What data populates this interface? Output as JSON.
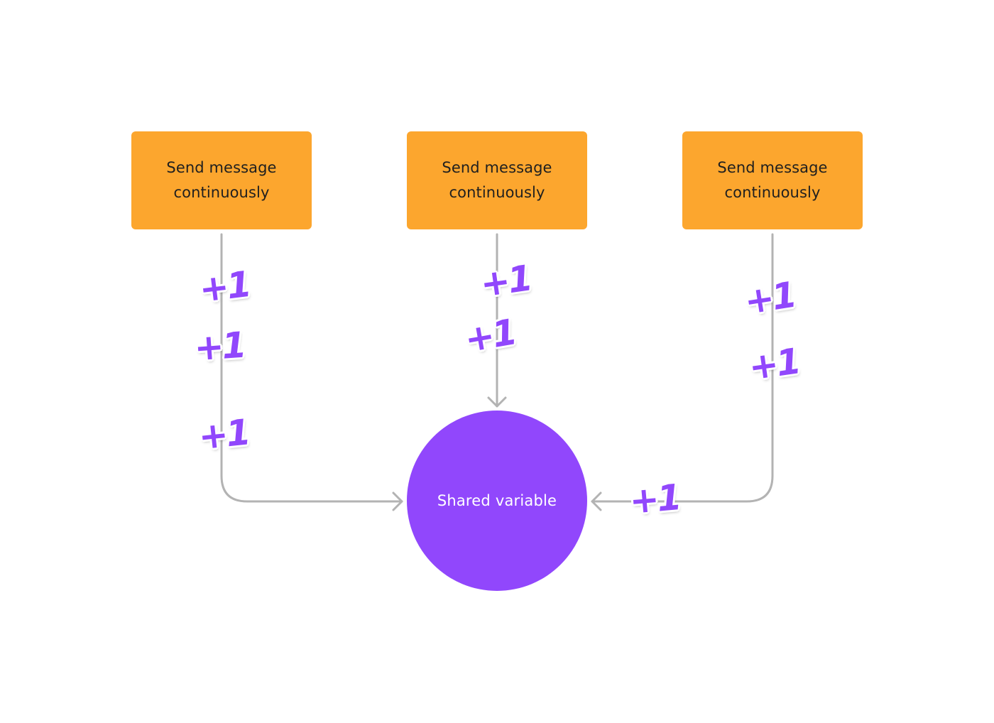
{
  "colors": {
    "sender_fill": "#FCA62E",
    "hub_fill": "#9147FC",
    "connector": "#B3B3B3",
    "badge_text": "#9147FC",
    "badge_outline": "#FFFFFF"
  },
  "senders": [
    {
      "label": "Send message continuously"
    },
    {
      "label": "Send message continuously"
    },
    {
      "label": "Send message continuously"
    }
  ],
  "hub": {
    "label": "Shared variable"
  },
  "increment_label": "+1",
  "increment_count": 8
}
